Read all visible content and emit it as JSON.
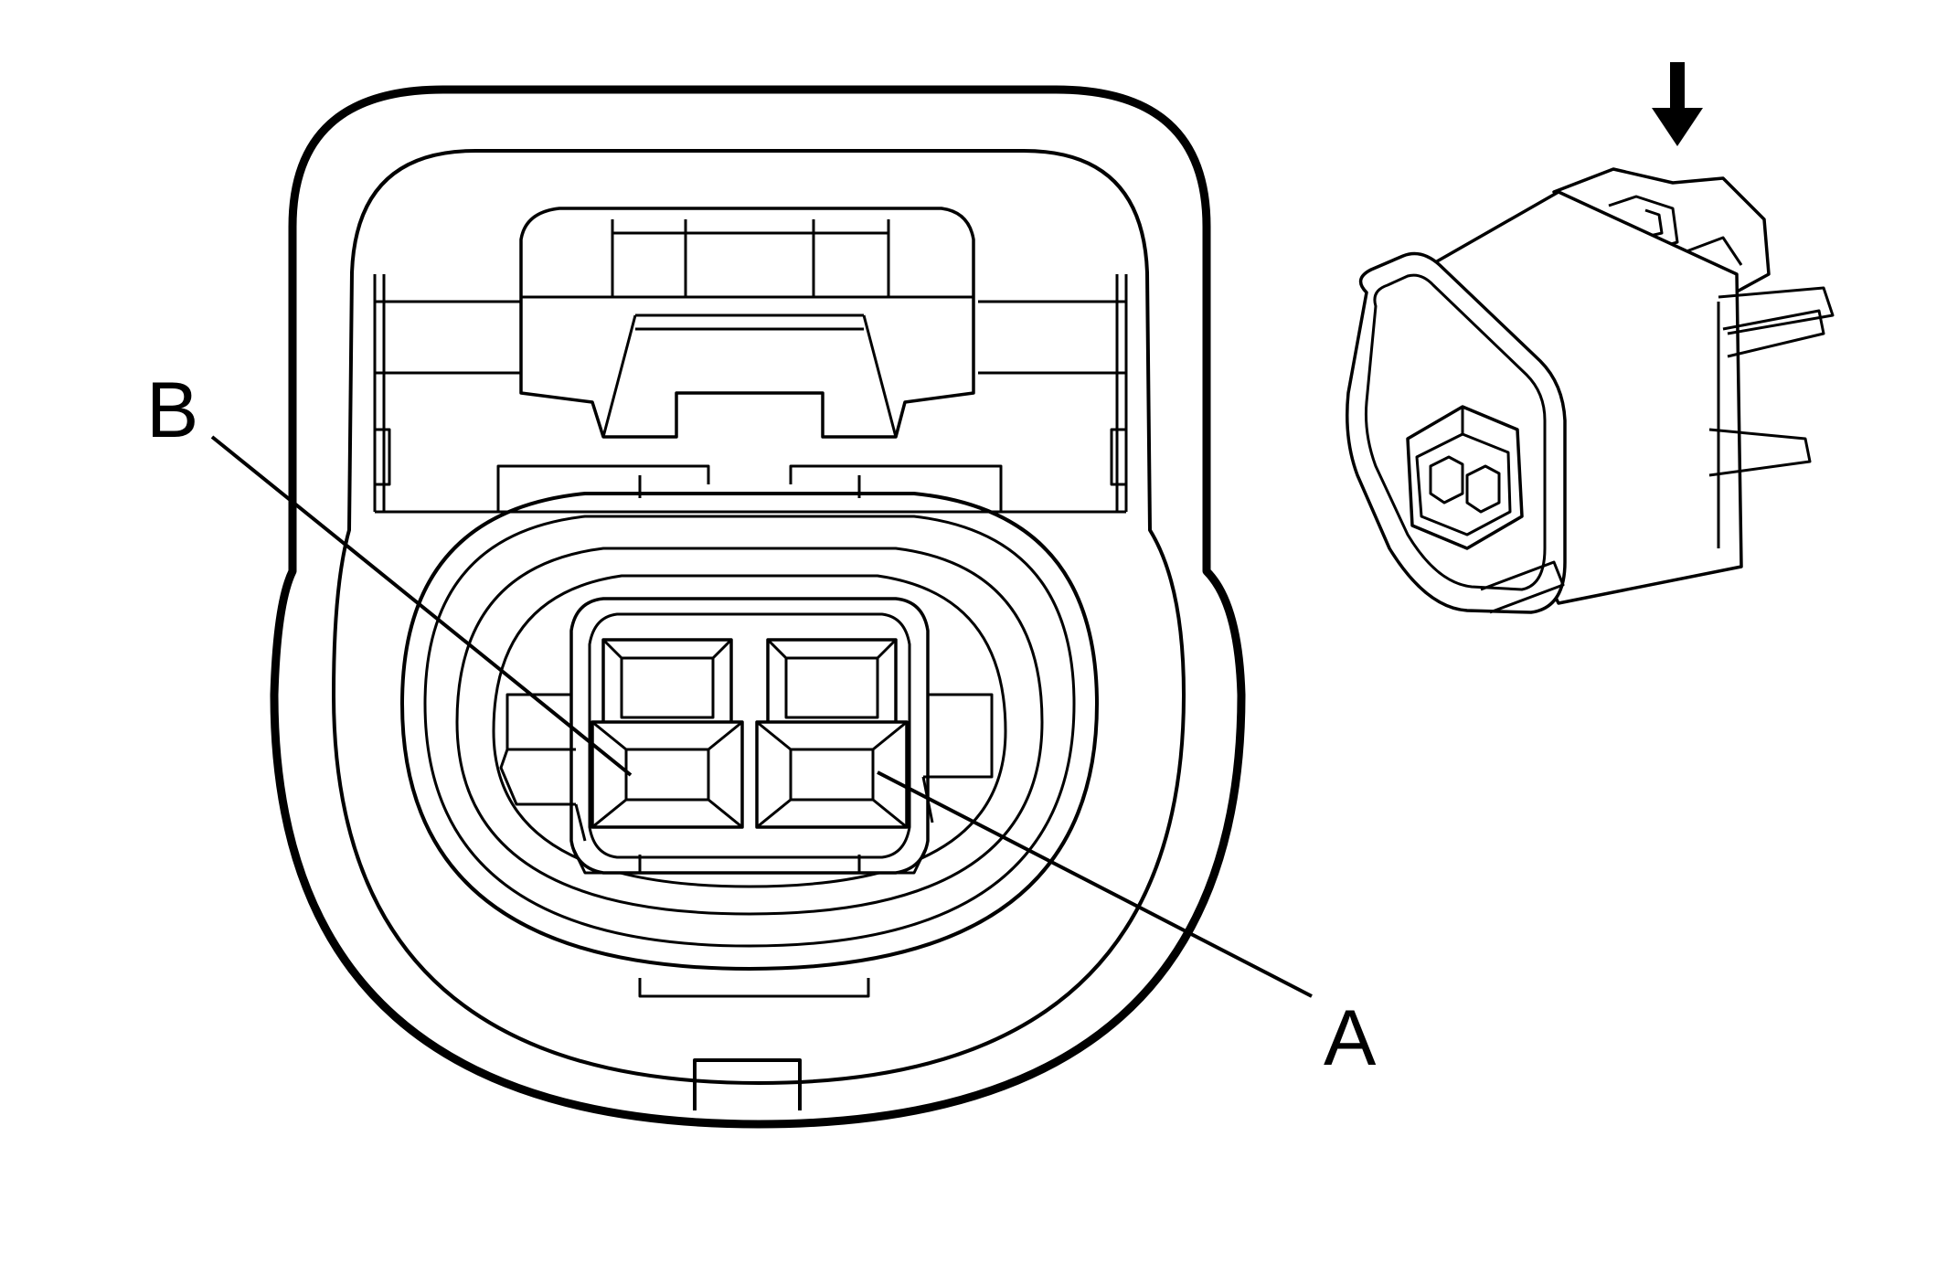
{
  "callouts": {
    "terminal_a": {
      "label": "A"
    },
    "terminal_b": {
      "label": "B"
    }
  },
  "icons": {
    "view_direction": "arrow-down-icon",
    "connector_face": "connector-face-view",
    "connector_iso": "connector-isometric-view"
  },
  "colors": {
    "line": "#000000",
    "background": "#ffffff"
  }
}
